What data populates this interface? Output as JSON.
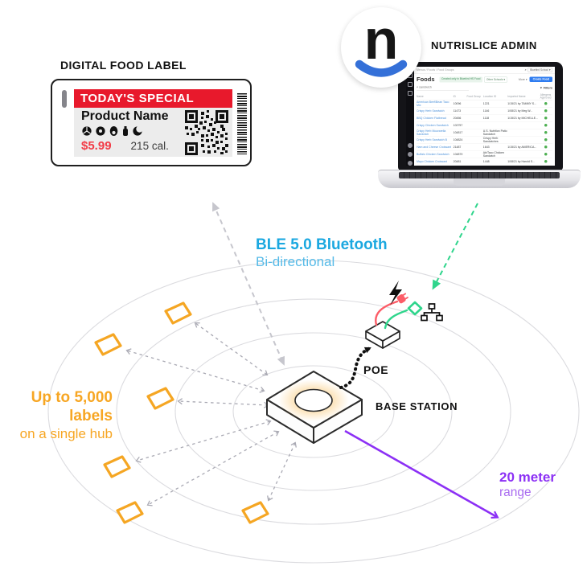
{
  "digital_food_label": {
    "heading": "DIGITAL FOOD LABEL",
    "banner": "TODAY'S SPECIAL",
    "product_name": "Product Name",
    "price": "$5.99",
    "calories": "215 cal.",
    "allergen_icon_names": [
      "citrus-icon",
      "donut-icon",
      "avocado-icon",
      "bottle-icon",
      "shrimp-icon"
    ],
    "banner_color": "#E8192C",
    "price_color": "#F23B46"
  },
  "nutrislice_admin": {
    "heading": "NUTRISLICE ADMIN",
    "logo_letter": "n",
    "logo_smile_color": "#3470D8",
    "screen": {
      "breadcrumb": "Menus / Foods / Food Groups",
      "search_glyph": "⌕",
      "school_selector": "Bluebird School ▾",
      "title": "Foods",
      "context_pill": "Created only in Bluebird HS Food",
      "scope_pill": "Other Schools ▾",
      "more_label": "More ▾",
      "create_button": "Create Food",
      "search_value": "⌕  sandwich",
      "filters_label": "▼ Filters",
      "columns": [
        "Name",
        "ID",
        "Food Group",
        "Location ID",
        "Imported Name",
        "Allergens Approved"
      ],
      "rows": [
        {
          "name": "American Beef/Bean Taco Mix",
          "id": "10096",
          "group": "",
          "location": "1221",
          "imported": "1/15/21 by TAMMY S...",
          "status": "approved"
        },
        {
          "name": "Crispy Herb Sandwich",
          "id": "11473",
          "group": "",
          "location": "1146",
          "imported": "1/08/21 by Meg W...",
          "status": "approved"
        },
        {
          "name": "BBQ Chicken Flatbread",
          "id": "20456",
          "group": "",
          "location": "1118",
          "imported": "1/15/21 by MICHELLE...",
          "status": "approved"
        },
        {
          "name": "Crispy Chicken Sandwich",
          "id": "102757",
          "group": "",
          "location": "",
          "imported": "",
          "status": "approved"
        },
        {
          "name": "Crispy Herb Mozzarella Sandwich",
          "id": "104817",
          "group": "",
          "location": "U.S. Nutrition Patio Sandwich",
          "imported": "",
          "status": "approved"
        },
        {
          "name": "Crispy Herb Sandwich B",
          "id": "104824",
          "group": "",
          "location": "Crispy Herb Sandwiches",
          "imported": "",
          "status": "approved"
        },
        {
          "name": "Ham and Cheese Croissant",
          "id": "21487",
          "group": "",
          "location": "1643",
          "imported": "1/15/21 by AMERICA...",
          "status": "approved"
        },
        {
          "name": "Buffalo Chicken Sandwich",
          "id": "104879",
          "group": "",
          "location": "Ab/Taco Chicken Sandwich",
          "imported": "",
          "status": "approved"
        },
        {
          "name": "Mayo Chicken Croissant",
          "id": "20481",
          "group": "",
          "location": "1448",
          "imported": "1/08/21 by Harold S...",
          "status": "approved"
        }
      ]
    }
  },
  "annotations": {
    "ble_title": "BLE 5.0 Bluetooth",
    "ble_subtitle": "Bi-directional",
    "capacity_title": "Up to 5,000 labels",
    "capacity_subtitle": "on a single hub",
    "poe_label": "POE",
    "base_station_label": "BASE STATION",
    "range_title": "20 meter",
    "range_subtitle": "range"
  },
  "diagram": {
    "rings": 4,
    "shelf_label_count": 6,
    "icon_names": [
      "lightning-icon",
      "ethernet-icon",
      "power-plug-red-icon",
      "power-plug-green-icon",
      "qr-code-icon",
      "barcode-icon"
    ],
    "colors": {
      "label_orange": "#F5A623",
      "ble_blue": "#1BA8E0",
      "range_purple": "#8C30F5",
      "admin_green": "#2FD58C",
      "dashed_gray": "#A9A9B3",
      "ring_gray": "#DBDBDF"
    }
  }
}
